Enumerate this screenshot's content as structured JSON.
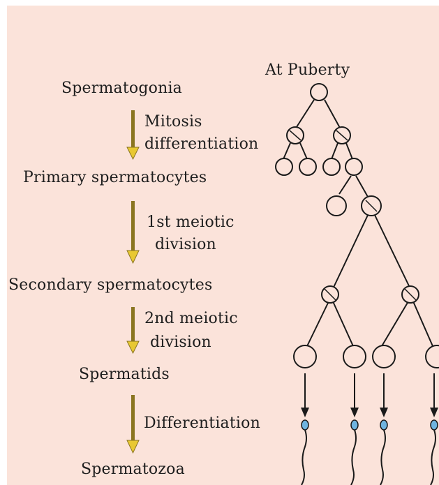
{
  "diagram": {
    "top_label": "At Puberty",
    "stages": {
      "spermatogonia": "Spermatogonia",
      "primary": "Primary spermatocytes",
      "secondary": "Secondary spermatocytes",
      "spermatids": "Spermatids",
      "spermatozoa": "Spermatozoa"
    },
    "steps": {
      "mitosis_line1": "Mitosis",
      "mitosis_line2": "differentiation",
      "meiosis1_line1": "1st meiotic",
      "meiosis1_line2": "division",
      "meiosis2_line1": "2nd meiotic",
      "meiosis2_line2": "division",
      "differentiation": "Differentiation"
    },
    "colors": {
      "background": "#fbe3da",
      "arrow_shaft": "#8a7520",
      "arrow_head": "#e8c832",
      "lines": "#1a1a1a",
      "sperm_head": "#6fb4e0"
    }
  }
}
